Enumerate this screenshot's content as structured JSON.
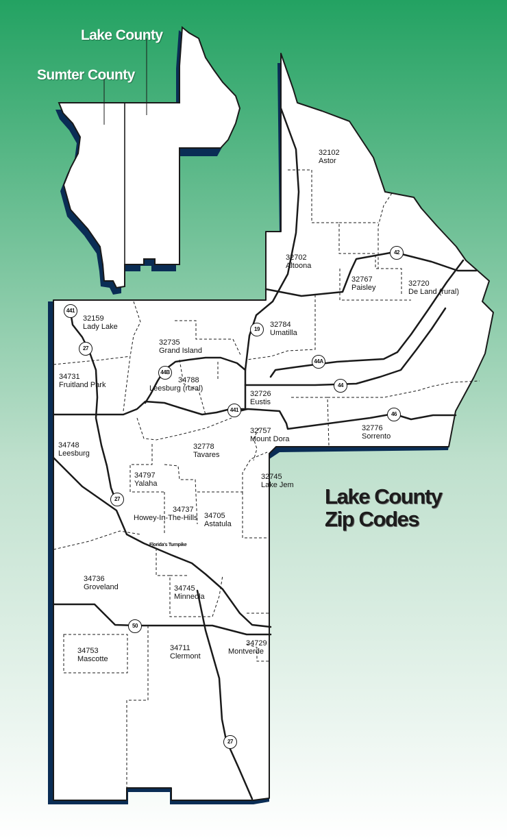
{
  "title": "Lake County Zip Codes",
  "title_lines": [
    "Lake County",
    "Zip Codes"
  ],
  "inset_labels": {
    "lake": "Lake County",
    "sumter": "Sumter County"
  },
  "colors": {
    "gradient_top": "#23a262",
    "gradient_bottom": "#ffffff",
    "land": "#ffffff",
    "border": "#1a1a1a",
    "shadow": "#0a2d55"
  },
  "highway_label": "Florida's Turnpike",
  "routes": [
    "441",
    "27",
    "44B",
    "441",
    "27",
    "50",
    "27",
    "19",
    "44A",
    "44",
    "42",
    "46"
  ],
  "zip_areas": [
    {
      "code": "32102",
      "name": "Astor"
    },
    {
      "code": "32702",
      "name": "Altoona"
    },
    {
      "code": "32767",
      "name": "Paisley"
    },
    {
      "code": "32720",
      "name": "De Land (rural)"
    },
    {
      "code": "32159",
      "name": "Lady Lake"
    },
    {
      "code": "32735",
      "name": "Grand Island"
    },
    {
      "code": "32784",
      "name": "Umatilla"
    },
    {
      "code": "34731",
      "name": "Fruitland Park"
    },
    {
      "code": "34788",
      "name": "Leesburg (rural)"
    },
    {
      "code": "32726",
      "name": "Eustis"
    },
    {
      "code": "32757",
      "name": "Mount Dora"
    },
    {
      "code": "32776",
      "name": "Sorrento"
    },
    {
      "code": "34748",
      "name": "Leesburg"
    },
    {
      "code": "32778",
      "name": "Tavares"
    },
    {
      "code": "34797",
      "name": "Yalaha"
    },
    {
      "code": "32745",
      "name": "Lake Jem"
    },
    {
      "code": "34737",
      "name": "Howey-In-The-Hills"
    },
    {
      "code": "34705",
      "name": "Astatula"
    },
    {
      "code": "34736",
      "name": "Groveland"
    },
    {
      "code": "34745",
      "name": "Minneola"
    },
    {
      "code": "34753",
      "name": "Mascotte"
    },
    {
      "code": "34711",
      "name": "Clermont"
    },
    {
      "code": "34729",
      "name": "Montverde"
    }
  ]
}
